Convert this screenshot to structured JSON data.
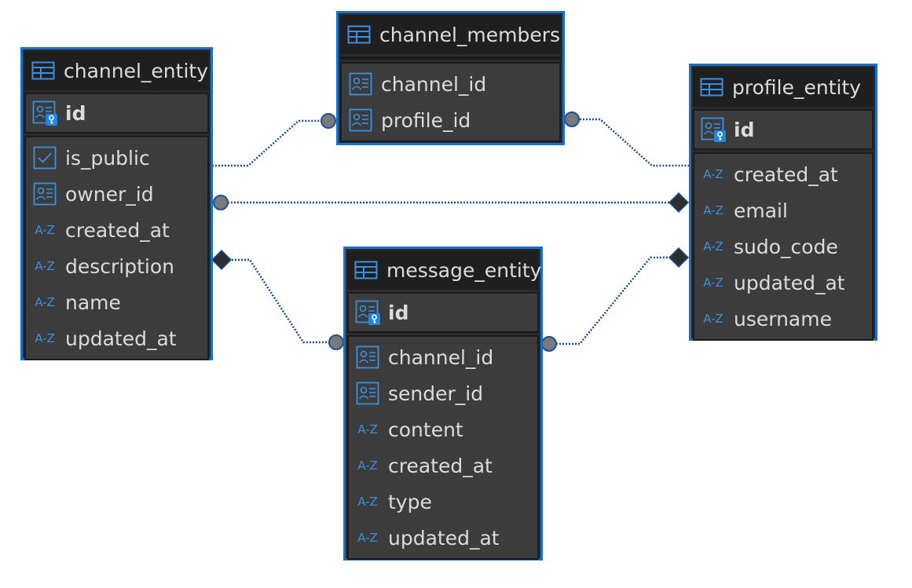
{
  "colors": {
    "entity_border": "#1a6fc9",
    "header_bg": "#1f1f1f",
    "body_bg": "#3c3c3c",
    "text": "#dcdcdc",
    "icon_blue": "#3b8fe0",
    "connector": "#1a4f9a",
    "endpoint_fill": "#7a7a7a"
  },
  "entities": {
    "channel_entity": {
      "title": "channel_entity",
      "pk": {
        "name": "id",
        "icon": "key-column-icon"
      },
      "columns": [
        {
          "name": "is_public",
          "icon": "checkbox-icon"
        },
        {
          "name": "owner_id",
          "icon": "foreign-key-icon"
        },
        {
          "name": "created_at",
          "icon": "text-az-icon"
        },
        {
          "name": "description",
          "icon": "text-az-icon"
        },
        {
          "name": "name",
          "icon": "text-az-icon"
        },
        {
          "name": "updated_at",
          "icon": "text-az-icon"
        }
      ]
    },
    "channel_members": {
      "title": "channel_members",
      "columns": [
        {
          "name": "channel_id",
          "icon": "foreign-key-icon"
        },
        {
          "name": "profile_id",
          "icon": "foreign-key-icon"
        }
      ]
    },
    "profile_entity": {
      "title": "profile_entity",
      "pk": {
        "name": "id",
        "icon": "key-column-icon"
      },
      "columns": [
        {
          "name": "created_at",
          "icon": "text-az-icon"
        },
        {
          "name": "email",
          "icon": "text-az-icon"
        },
        {
          "name": "sudo_code",
          "icon": "text-az-icon"
        },
        {
          "name": "updated_at",
          "icon": "text-az-icon"
        },
        {
          "name": "username",
          "icon": "text-az-icon"
        }
      ]
    },
    "message_entity": {
      "title": "message_entity",
      "pk": {
        "name": "id",
        "icon": "key-column-icon"
      },
      "columns": [
        {
          "name": "channel_id",
          "icon": "foreign-key-icon"
        },
        {
          "name": "sender_id",
          "icon": "foreign-key-icon"
        },
        {
          "name": "content",
          "icon": "text-az-icon"
        },
        {
          "name": "created_at",
          "icon": "text-az-icon"
        },
        {
          "name": "type",
          "icon": "text-az-icon"
        },
        {
          "name": "updated_at",
          "icon": "text-az-icon"
        }
      ]
    }
  },
  "relationships": [
    {
      "from": "channel_members",
      "to": "channel_entity",
      "from_end": "circle",
      "to_end": "none"
    },
    {
      "from": "channel_members",
      "to": "profile_entity",
      "from_end": "circle",
      "to_end": "none"
    },
    {
      "from": "channel_entity",
      "to": "profile_entity",
      "from_end": "circle",
      "to_end": "diamond"
    },
    {
      "from": "message_entity",
      "to": "channel_entity",
      "from_end": "circle",
      "to_end": "diamond"
    },
    {
      "from": "message_entity",
      "to": "profile_entity",
      "from_end": "circle",
      "to_end": "diamond"
    }
  ]
}
